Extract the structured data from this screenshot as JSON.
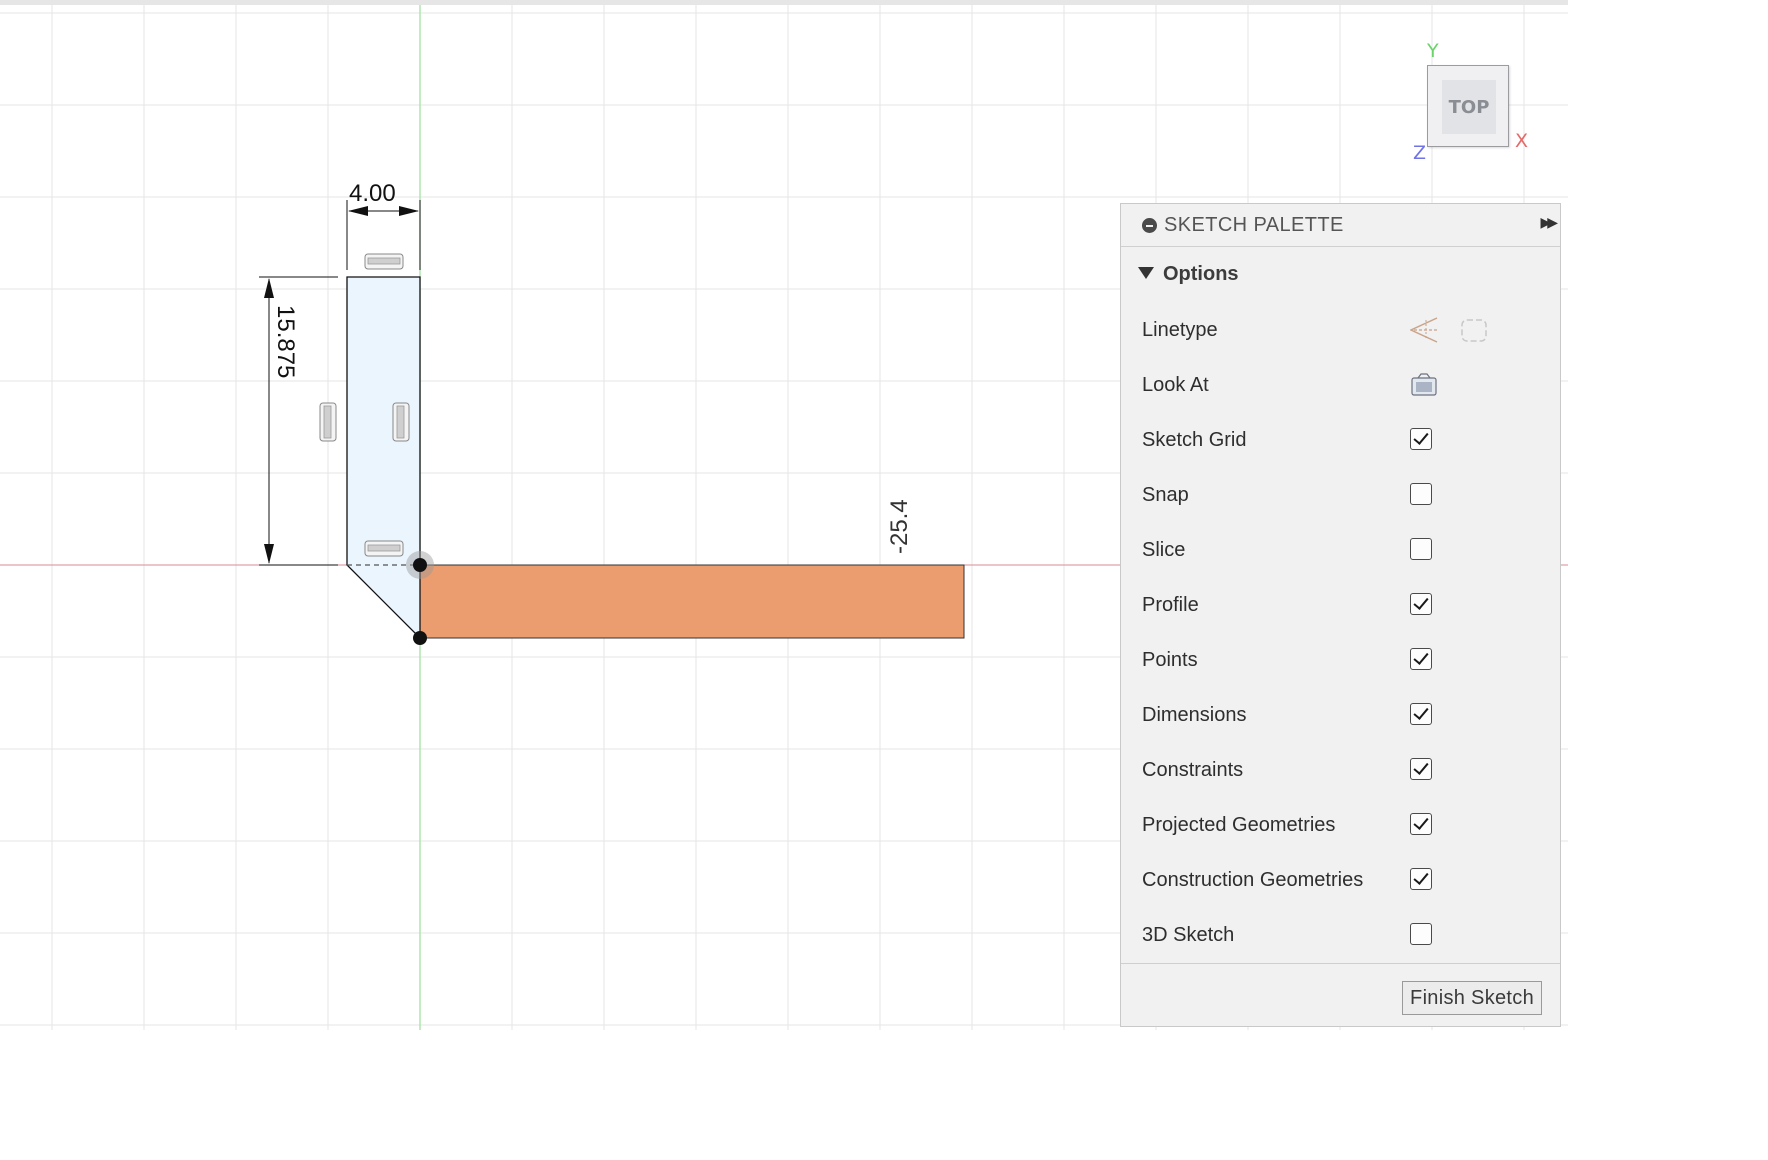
{
  "sketch": {
    "dimensions": {
      "width": "4.00",
      "height": "15.875",
      "angle_or_offset": "-25.4"
    }
  },
  "viewcube": {
    "face_label": "TOP",
    "axis_x": "X",
    "axis_y": "Y",
    "axis_z": "Z"
  },
  "palette": {
    "title": "SKETCH PALETTE",
    "section_title": "Options",
    "rows": [
      {
        "label": "Linetype",
        "type": "icons"
      },
      {
        "label": "Look At",
        "type": "icon"
      },
      {
        "label": "Sketch Grid",
        "type": "checkbox",
        "checked": true
      },
      {
        "label": "Snap",
        "type": "checkbox",
        "checked": false
      },
      {
        "label": "Slice",
        "type": "checkbox",
        "checked": false
      },
      {
        "label": "Profile",
        "type": "checkbox",
        "checked": true
      },
      {
        "label": "Points",
        "type": "checkbox",
        "checked": true
      },
      {
        "label": "Dimensions",
        "type": "checkbox",
        "checked": true
      },
      {
        "label": "Constraints",
        "type": "checkbox",
        "checked": true
      },
      {
        "label": "Projected Geometries",
        "type": "checkbox",
        "checked": true
      },
      {
        "label": "Construction Geometries",
        "type": "checkbox",
        "checked": true
      },
      {
        "label": "3D Sketch",
        "type": "checkbox",
        "checked": false
      }
    ],
    "finish_label": "Finish Sketch"
  },
  "colors": {
    "grid": "#e6e6e6",
    "axis_x": "#d98b97",
    "axis_y": "#9be09b",
    "profile_fill": "#eaf5fd",
    "extrude_fill": "#eb9d70",
    "stroke": "#111111"
  }
}
